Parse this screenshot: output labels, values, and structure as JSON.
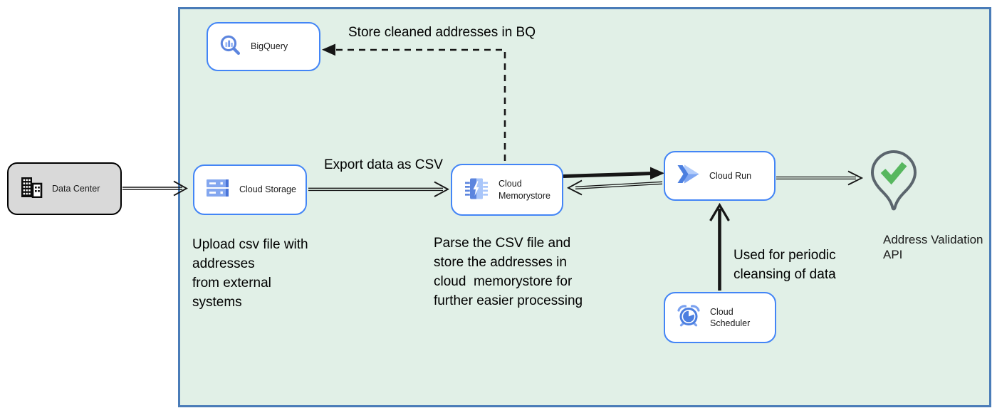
{
  "nodes": {
    "data_center": {
      "label": "Data Center"
    },
    "bigquery": {
      "label": "BigQuery"
    },
    "cloud_storage": {
      "label": "Cloud Storage"
    },
    "cloud_memorystore": {
      "label": "Cloud\nMemorystore"
    },
    "cloud_run": {
      "label": "Cloud Run"
    },
    "cloud_scheduler": {
      "label": "Cloud Scheduler"
    },
    "address_validation": {
      "label": "Address Validation\nAPI"
    }
  },
  "annotations": {
    "store_bq": "Store cleaned addresses in BQ",
    "export_csv": "Export data as CSV",
    "upload_note": "Upload csv file with\naddresses\nfrom external\nsystems",
    "parse_note": "Parse the CSV file and\nstore the addresses in\ncloud  memorystore for\nfurther easier processing",
    "periodic_note": "Used for periodic\ncleansing of data"
  },
  "colors": {
    "boundary_fill": "#e1f0e7",
    "boundary_border": "#4a7cb8",
    "node_border": "#4385f6",
    "datacenter_fill": "#d9d9d9",
    "icon_blue": "#5c85de",
    "icon_blue_light": "#a9c6fa",
    "check_green": "#57b75f",
    "pin_outline": "#5b656d",
    "edge_color": "#161616"
  }
}
